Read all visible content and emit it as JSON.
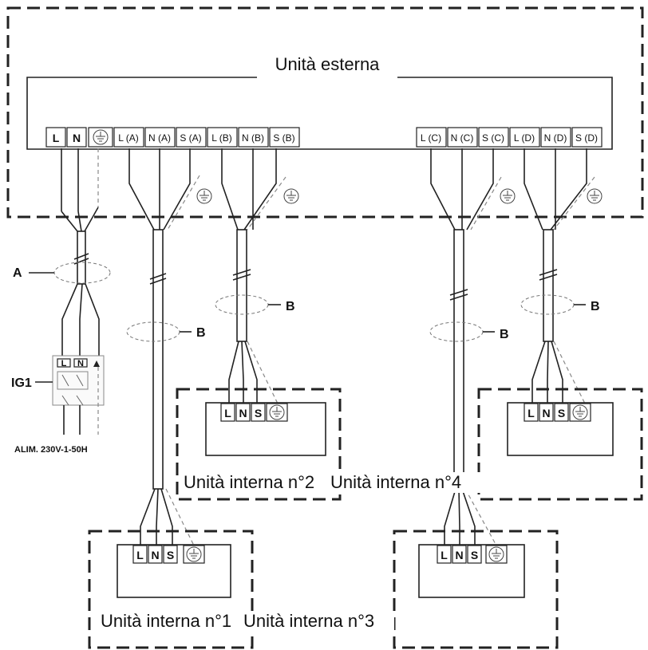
{
  "outdoor_unit": {
    "title": "Unità esterna",
    "terminals_left": [
      "L",
      "N",
      "L (A)",
      "N (A)",
      "S (A)",
      "L (B)",
      "N (B)",
      "S (B)"
    ],
    "terminals_right": [
      "L (C)",
      "N (C)",
      "S (C)",
      "L (D)",
      "N (D)",
      "S (D)"
    ]
  },
  "indoor_terminals": [
    "L",
    "N",
    "S"
  ],
  "labels": {
    "cable_a": "A",
    "cable_b": "B",
    "breaker": "IG1",
    "supply": "ALIM. 230V-1-50H",
    "breaker_l": "L",
    "breaker_n": "N"
  },
  "indoor_units": {
    "unit1": "Unità interna n°1",
    "unit2": "Unità interna n°2",
    "unit3": "Unità interna n°3",
    "unit4": "Unità interna n°4"
  },
  "icons": [
    "ground-symbol-icon"
  ]
}
